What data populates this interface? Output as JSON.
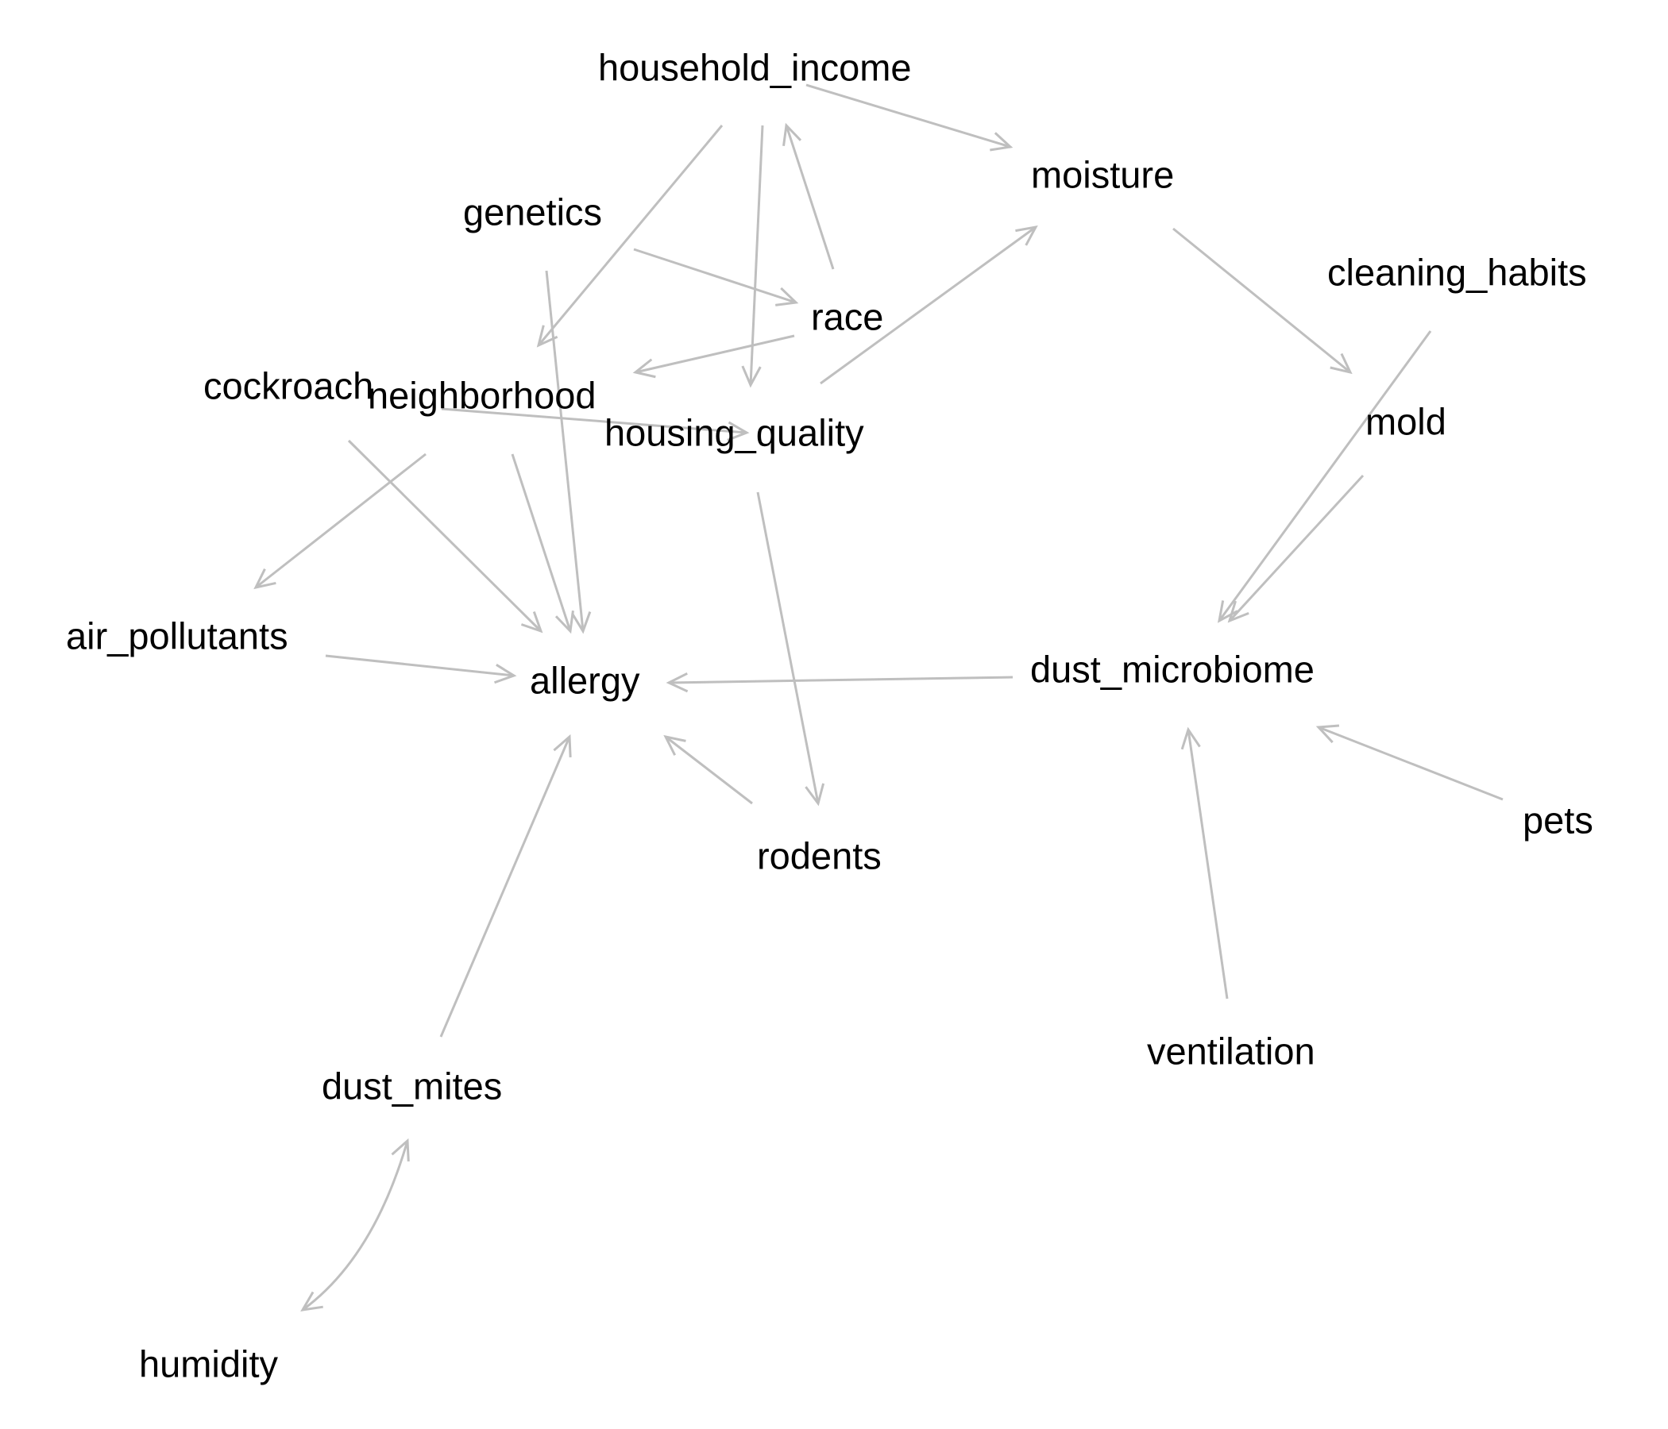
{
  "nodes": [
    {
      "id": "household_income",
      "label": "household_income"
    },
    {
      "id": "moisture",
      "label": "moisture"
    },
    {
      "id": "genetics",
      "label": "genetics"
    },
    {
      "id": "cleaning_habits",
      "label": "cleaning_habits"
    },
    {
      "id": "race",
      "label": "race"
    },
    {
      "id": "cockroach",
      "label": "cockroach"
    },
    {
      "id": "neighborhood",
      "label": "neighborhood"
    },
    {
      "id": "housing_quality",
      "label": "housing_quality"
    },
    {
      "id": "mold",
      "label": "mold"
    },
    {
      "id": "air_pollutants",
      "label": "air_pollutants"
    },
    {
      "id": "allergy",
      "label": "allergy"
    },
    {
      "id": "dust_microbiome",
      "label": "dust_microbiome"
    },
    {
      "id": "pets",
      "label": "pets"
    },
    {
      "id": "rodents",
      "label": "rodents"
    },
    {
      "id": "dust_mites",
      "label": "dust_mites"
    },
    {
      "id": "ventilation",
      "label": "ventilation"
    },
    {
      "id": "humidity",
      "label": "humidity"
    }
  ],
  "edges": [
    {
      "from": "household_income",
      "to": "moisture"
    },
    {
      "from": "household_income",
      "to": "neighborhood"
    },
    {
      "from": "household_income",
      "to": "housing_quality"
    },
    {
      "from": "race",
      "to": "household_income"
    },
    {
      "from": "genetics",
      "to": "race"
    },
    {
      "from": "genetics",
      "to": "allergy"
    },
    {
      "from": "race",
      "to": "neighborhood"
    },
    {
      "from": "neighborhood",
      "to": "housing_quality"
    },
    {
      "from": "housing_quality",
      "to": "moisture"
    },
    {
      "from": "moisture",
      "to": "mold"
    },
    {
      "from": "cleaning_habits",
      "to": "dust_microbiome"
    },
    {
      "from": "mold",
      "to": "dust_microbiome"
    },
    {
      "from": "cockroach",
      "to": "allergy"
    },
    {
      "from": "neighborhood",
      "to": "air_pollutants"
    },
    {
      "from": "neighborhood",
      "to": "allergy"
    },
    {
      "from": "housing_quality",
      "to": "rodents"
    },
    {
      "from": "air_pollutants",
      "to": "allergy"
    },
    {
      "from": "dust_microbiome",
      "to": "allergy"
    },
    {
      "from": "rodents",
      "to": "allergy"
    },
    {
      "from": "pets",
      "to": "dust_microbiome"
    },
    {
      "from": "ventilation",
      "to": "dust_microbiome"
    },
    {
      "from": "dust_mites",
      "to": "allergy"
    },
    {
      "from": "dust_mites",
      "to": "humidity",
      "bidirected": true
    }
  ]
}
